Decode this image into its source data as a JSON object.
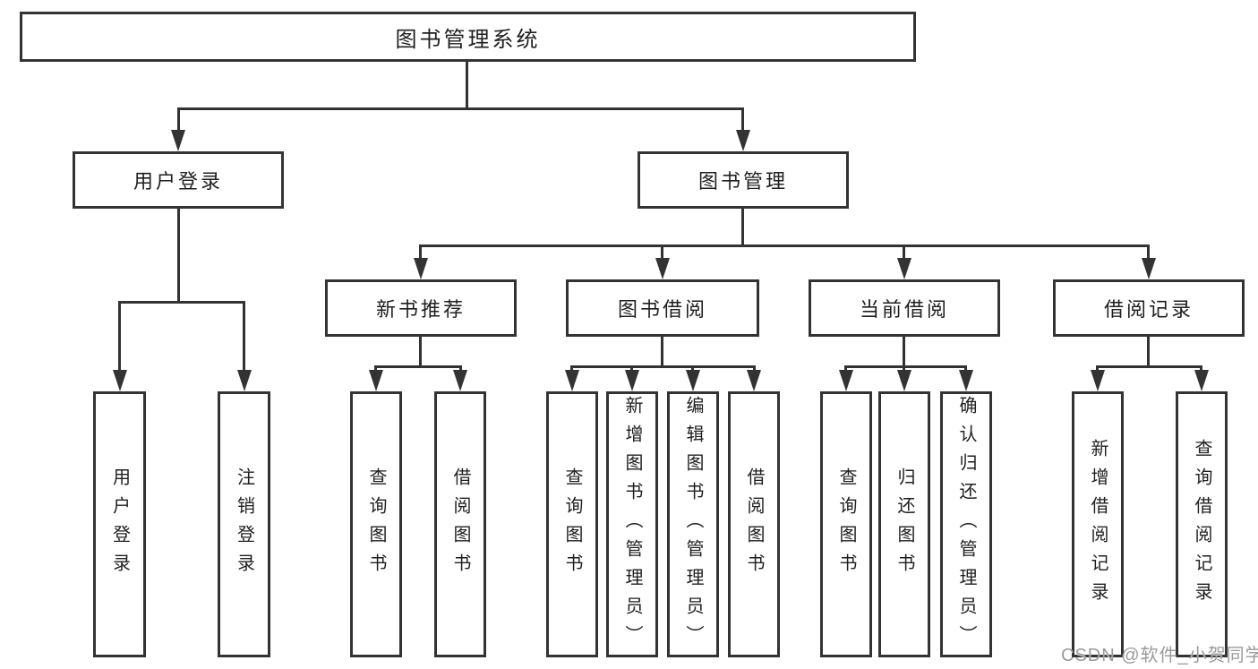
{
  "tree": {
    "label": "图书管理系统",
    "children": [
      {
        "label": "用户登录",
        "children": [
          {
            "label": "用户登录"
          },
          {
            "label": "注销登录"
          }
        ]
      },
      {
        "label": "图书管理",
        "children": [
          {
            "label": "新书推荐",
            "children": [
              {
                "label": "查询图书"
              },
              {
                "label": "借阅图书"
              }
            ]
          },
          {
            "label": "图书借阅",
            "children": [
              {
                "label": "查询图书"
              },
              {
                "label": "新增图书（管理员）"
              },
              {
                "label": "编辑图书（管理员）"
              },
              {
                "label": "借阅图书"
              }
            ]
          },
          {
            "label": "当前借阅",
            "children": [
              {
                "label": "查询图书"
              },
              {
                "label": "归还图书"
              },
              {
                "label": "确认归还（管理员）"
              }
            ]
          },
          {
            "label": "借阅记录",
            "children": [
              {
                "label": "新增借阅记录"
              },
              {
                "label": "查询借阅记录"
              }
            ]
          }
        ]
      }
    ]
  },
  "watermark": {
    "text": "CSDN @软件_小贺同学"
  },
  "colors": {
    "line": "#333333",
    "text": "#1f1f1f",
    "watermark": "#9b9b9b",
    "background": "#ffffff"
  }
}
